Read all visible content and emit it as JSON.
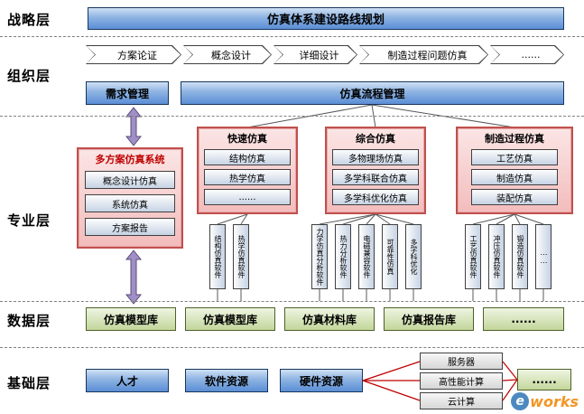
{
  "strategy": {
    "label": "战略层",
    "banner": "仿真体系建设路线规划"
  },
  "organization": {
    "label": "组织层",
    "chevrons": [
      "方案论证",
      "概念设计",
      "详细设计",
      "制造过程问题仿真",
      "......"
    ],
    "demand_box": "需求管理",
    "process_box": "仿真流程管理"
  },
  "professional": {
    "label": "专业层",
    "multi_plan": {
      "title": "多方案仿真系统",
      "items": [
        "概念设计仿真",
        "系统仿真",
        "方案报告"
      ]
    },
    "groups": [
      {
        "title": "快速仿真",
        "items": [
          "结构仿真",
          "热学仿真",
          "......"
        ],
        "tools": [
          "结构仿真软件",
          "热学仿真软件"
        ]
      },
      {
        "title": "综合仿真",
        "items": [
          "多物理场仿真",
          "多学科联合仿真",
          "多学科优化仿真"
        ],
        "tools": [
          "力学仿真分析软件",
          "热力分析软件",
          "电磁兼容软件",
          "可靠性仿真",
          "多学科优化"
        ]
      },
      {
        "title": "制造过程仿真",
        "items": [
          "工艺仿真",
          "制造仿真",
          "装配仿真"
        ],
        "tools": [
          "工艺仿真软件",
          "冲压仿真软件",
          "锻造仿真软件",
          "……"
        ]
      }
    ]
  },
  "data_layer": {
    "label": "数据层",
    "boxes": [
      "仿真模型库",
      "仿真模型库",
      "仿真材料库",
      "仿真报告库",
      "......"
    ]
  },
  "infrastructure": {
    "label": "基础层",
    "boxes": [
      "人才",
      "软件资源",
      "硬件资源"
    ],
    "hardware_items": [
      "服务器",
      "高性能计算",
      "云计算"
    ],
    "more": "......"
  },
  "watermark": {
    "e": "e",
    "rest": "works"
  },
  "colors": {
    "blue_box": "#5b8ed6",
    "pink_border": "#c0504d",
    "pink_fill": "#f3bcbc",
    "green_fill": "#c3d69b",
    "purple_arrow": "#9f8fc7",
    "red_line": "#c00000"
  }
}
